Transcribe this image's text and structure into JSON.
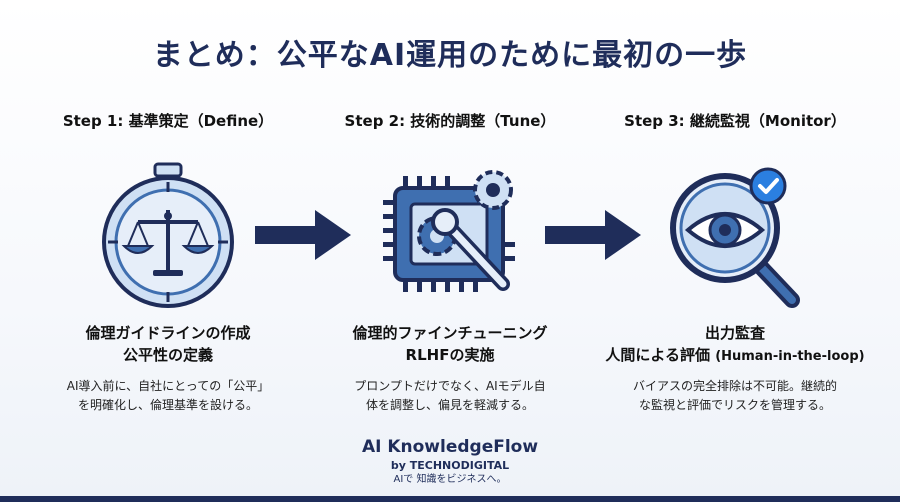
{
  "title": "まとめ：公平なAI運用のために最初の一歩",
  "steps": [
    {
      "heading": "Step 1: 基準策定（Define）",
      "line1": "倫理ガイドラインの作成",
      "line2": "公平性の定義",
      "desc1": "AI導入前に、自社にとっての「公平」",
      "desc2": "を明確化し、倫理基準を設ける。",
      "icon": "scales-compass-icon"
    },
    {
      "heading": "Step 2: 技術的調整（Tune）",
      "line1": "倫理的ファインチューニング",
      "line2": "RLHFの実施",
      "desc1": "プロンプトだけでなく、AIモデル自",
      "desc2": "体を調整し、偏見を軽減する。",
      "icon": "chip-gear-wrench-icon"
    },
    {
      "heading": "Step 3: 継続監視（Monitor）",
      "line1": "出力監査",
      "line2a": "人間による評価",
      "line2b": "(Human-in-the-loop)",
      "desc1": "バイアスの完全排除は不可能。継続的",
      "desc2": "な監視と評価でリスクを管理する。",
      "icon": "magnifier-eye-check-icon"
    }
  ],
  "brand": {
    "name": "AI KnowledgeFlow",
    "by": "by TECHNODIGITAL",
    "tagline": "AIで 知識をビジネスへ。"
  },
  "colors": {
    "navy": "#1f2d5a",
    "icon_blue": "#3f6fb0",
    "icon_light": "#cfe0f4",
    "check_blue": "#2b7fe0"
  }
}
